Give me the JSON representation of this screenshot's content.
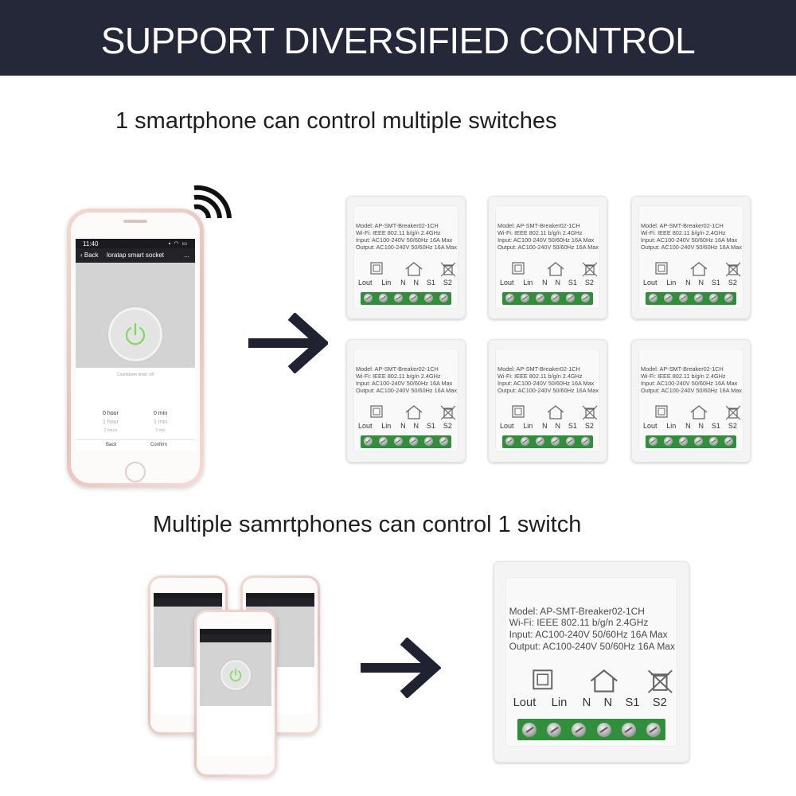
{
  "banner": {
    "title": "SUPPORT DIVERSIFIED CONTROL",
    "bg": "#252838"
  },
  "section1": {
    "title": "1 smartphone can control multiple switches"
  },
  "section2": {
    "title": "Multiple samrtphones can control 1 switch"
  },
  "phone_app": {
    "status_time": "11:40",
    "back_label": "Back",
    "title": "loratap smart socket",
    "more": "...",
    "countdown_text": "Countdown timer: off",
    "hours": [
      "0 hour",
      "1 hour",
      "2 hours"
    ],
    "mins": [
      "0 min",
      "1 min",
      "2 min"
    ],
    "back_button": "Back",
    "confirm_button": "Confirm"
  },
  "module": {
    "model": "Model: AP-SMT-Breaker02-1CH",
    "wifi": "Wi-Fi: IEEE 802.11 b/g/n 2.4GHz",
    "input": "Input: AC100-240V 50/60Hz 16A Max",
    "output": "Output: AC100-240V 50/60Hz 16A Max",
    "terminals": [
      "Lout",
      "Lin",
      "N",
      "N",
      "S1",
      "S2"
    ],
    "terminal_color": "#2f8f3a"
  },
  "colors": {
    "power_icon": "#7ed957",
    "phone_rose": "#e8c2bb"
  },
  "icons": [
    "wifi-signal-icon",
    "arrow-right-icon",
    "power-icon",
    "square-icon",
    "house-icon",
    "crossed-bin-icon"
  ]
}
